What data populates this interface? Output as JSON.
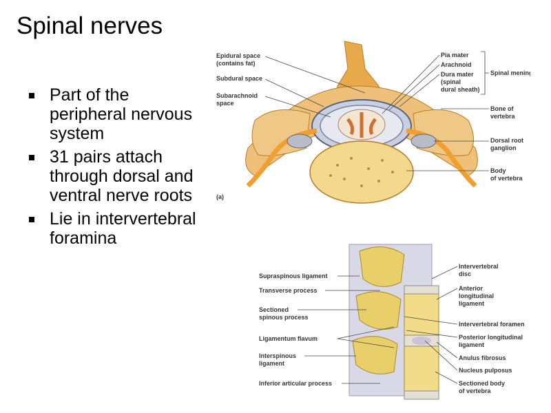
{
  "slide": {
    "title": "Spinal nerves",
    "bullets": [
      "Part of the peripheral nervous system",
      "31 pairs attach through dorsal and ventral nerve roots",
      "Lie in intervertebral foramina"
    ]
  },
  "figure_a": {
    "panel_label": "(a)",
    "left_labels": [
      "Epidural space",
      "(contains fat)",
      "Subdural space",
      "Subarachnoid",
      "space"
    ],
    "right_labels": [
      "Pia mater",
      "Arachnoid",
      "Dura mater",
      "(spinal",
      "dural sheath)",
      "Bone of",
      "vertebra",
      "Dorsal root",
      "ganglion",
      "Body",
      "of vertebra"
    ],
    "bracket_label": "Spinal meninges"
  },
  "figure_b": {
    "left_labels": [
      "Supraspinous ligament",
      "Transverse process",
      "Sectioned",
      "spinous process",
      "Ligamentum flavum",
      "Interspinous",
      "ligament",
      "Inferior articular process"
    ],
    "right_labels": [
      "Intervertebral",
      "disc",
      "Anterior",
      "longitudinal",
      "ligament",
      "Intervertebral foramen",
      "Posterior longitudinal",
      "ligament",
      "Anulus fibrosus",
      "Nucleus pulposus",
      "Sectioned body",
      "of vertebra"
    ]
  }
}
